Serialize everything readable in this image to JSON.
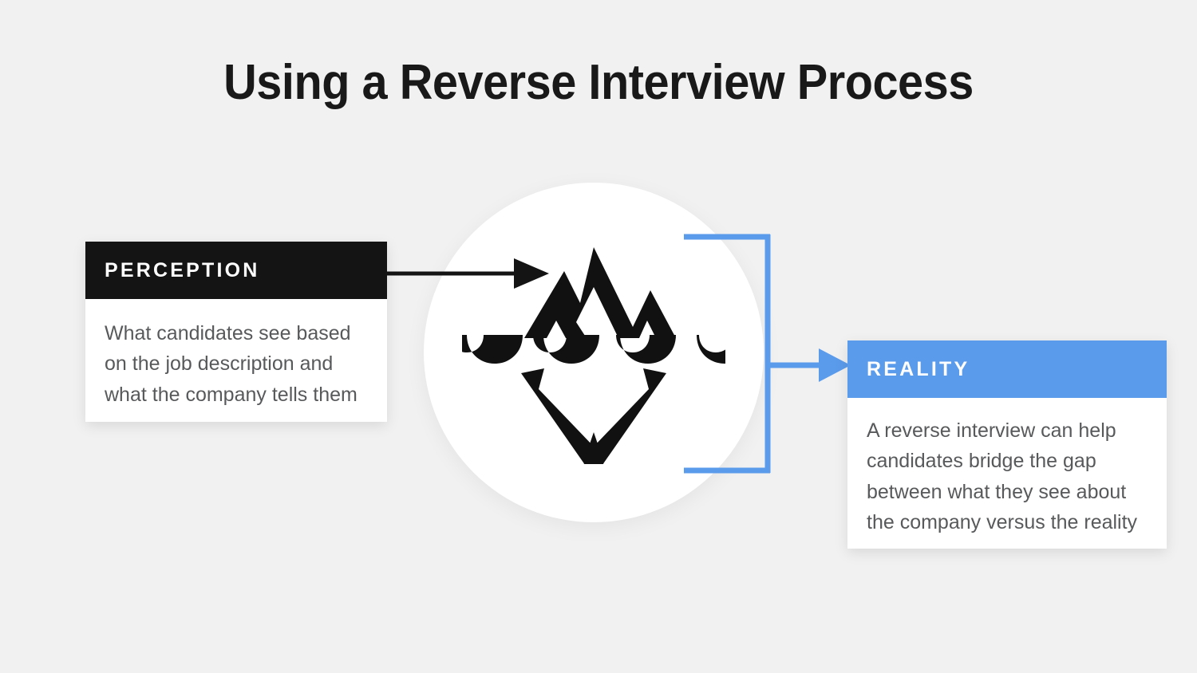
{
  "page": {
    "title": "Using a Reverse Interview Process",
    "background_color": "#f1f1f1"
  },
  "colors": {
    "accent_blue": "#5b9bec",
    "dark": "#141414",
    "body_text": "#58595b",
    "title_text": "#191919",
    "card_surface": "#ffffff"
  },
  "center_graphic": {
    "icon_name": "iceberg-icon",
    "shape": "circle",
    "surface_color": "#ffffff"
  },
  "cards": {
    "perception": {
      "header": "PERCEPTION",
      "header_color": "#141414",
      "body": "What candidates see based on the job description and what the company tells them"
    },
    "reality": {
      "header": "REALITY",
      "header_color": "#5b9bec",
      "body": "A reverse interview can help candidates bridge the gap between what they see about the company versus the reality"
    }
  },
  "connectors": {
    "perception_to_iceberg": {
      "name": "black-arrow",
      "color": "#141414",
      "direction": "right"
    },
    "iceberg_to_reality": {
      "name": "blue-bracket-arrow",
      "color": "#5b9bec",
      "direction": "right"
    }
  }
}
